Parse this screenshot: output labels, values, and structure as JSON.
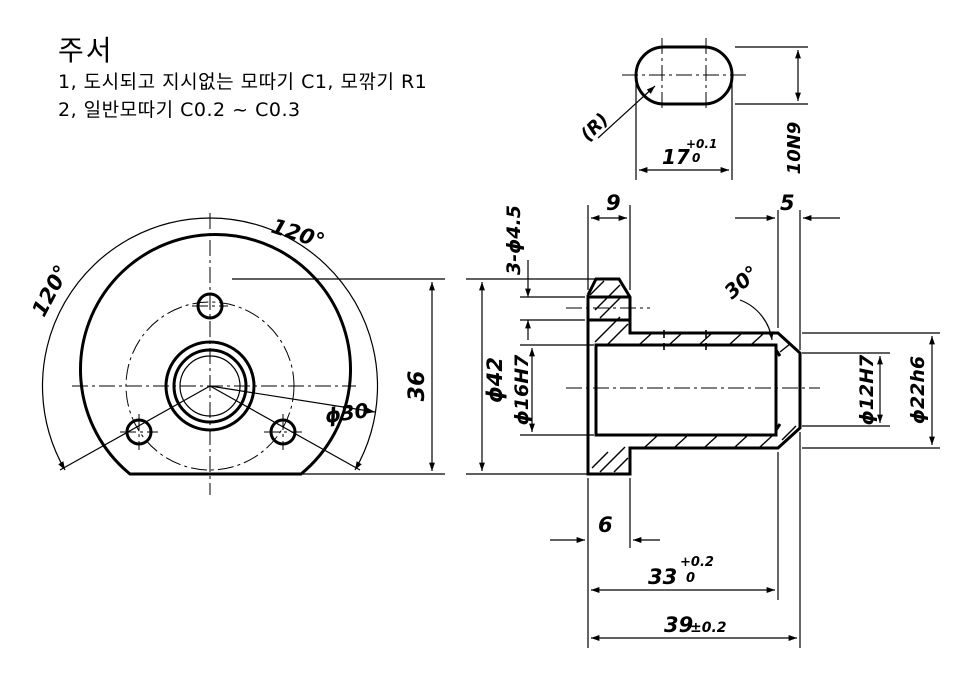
{
  "notes": {
    "title": "주서",
    "line1": "1, 도시되고 지시없는 모따기 C1, 모깎기 R1",
    "line2": "2, 일반모따기 C0.2 ~ C0.3"
  },
  "dims": {
    "angle_top": "120°",
    "angle_left": "120°",
    "height_36": "36",
    "dia_42": "ϕ42",
    "pcd_30": "ϕ30",
    "holes": "3-ϕ4.5",
    "flange_9": "9",
    "len_5": "5",
    "chamfer_30": "30°",
    "bore_16": "ϕ16H7",
    "bore_12": "ϕ12H7",
    "od_22": "ϕ22h6",
    "flange_6": "6",
    "len_33": "33",
    "len_33_tol_upper": "+0.2",
    "len_33_tol_lower": "0",
    "len_39": "39",
    "len_39_tol": "±0.2",
    "slot_r": "(R)",
    "slot_17": "17",
    "slot_17_tol_upper": "+0.1",
    "slot_17_tol_lower": "0",
    "slot_10": "10N9"
  }
}
